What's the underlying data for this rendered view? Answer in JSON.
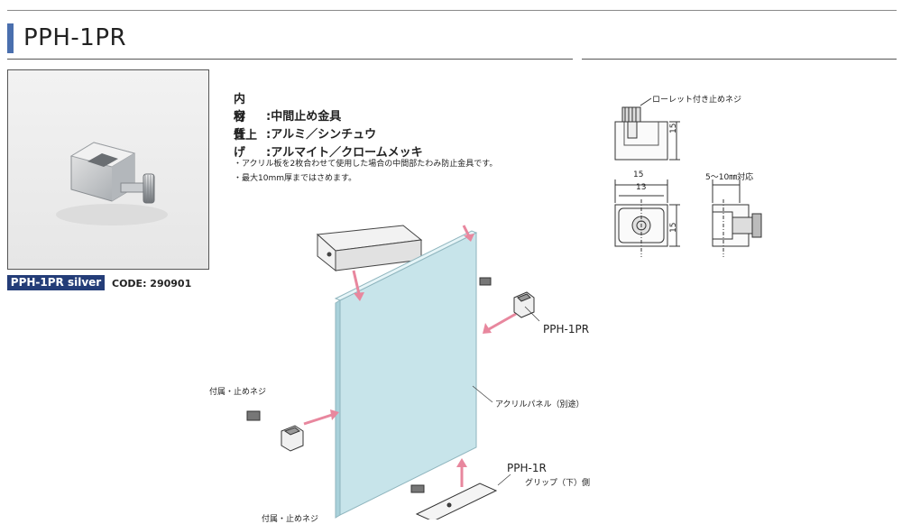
{
  "header": {
    "title": "PPH-1PR"
  },
  "product": {
    "variant_badge": "PPH-1PR silver",
    "code": "CODE: 290901"
  },
  "specs": [
    {
      "label": "内　容",
      "value": ":中間止め金具"
    },
    {
      "label": "材　質",
      "value": ":アルミ／シンチュウ"
    },
    {
      "label": "仕上げ",
      "value": ":アルマイト／クロームメッキ"
    }
  ],
  "notes": [
    "・アクリル板を2枚合わせて使用した場合の中間部たわみ防止金具です。",
    "・最大10mm厚まではさめます。"
  ],
  "diagram": {
    "label_screw": "ローレット付き止めネジ",
    "dim_15": "15",
    "dim_13": "13",
    "dim_range": "5～10㎜対応",
    "part_pph1pr": "PPH-1PR",
    "part_acrylic": "アクリルパネル（別途）",
    "part_accessory_screw": "付属・止めネジ",
    "part_pph1r": "PPH-1R",
    "part_grip": "グリップ（下）側",
    "part_accessory_screw_bottom": "付属・止めネジ"
  }
}
